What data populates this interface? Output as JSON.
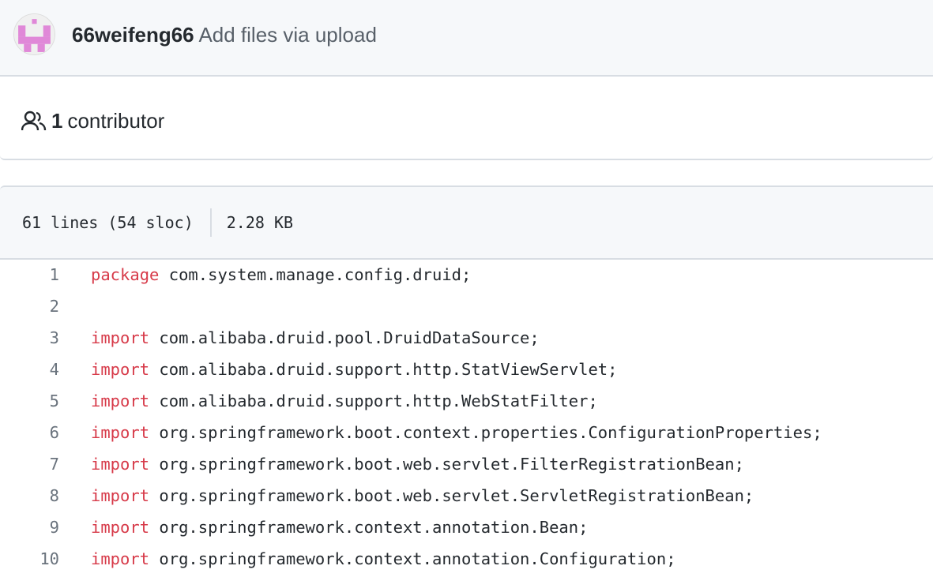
{
  "commit": {
    "author": "66weifeng66",
    "message": "Add files via upload",
    "avatar_color": "#e088d8"
  },
  "contributors": {
    "count": "1",
    "label": "contributor"
  },
  "file": {
    "lines": "61 lines (54 sloc)",
    "size": "2.28 KB"
  },
  "code": [
    {
      "n": "1",
      "kw": "package",
      "rest": " com.system.manage.config.druid;"
    },
    {
      "n": "2",
      "kw": "",
      "rest": ""
    },
    {
      "n": "3",
      "kw": "import",
      "rest": " com.alibaba.druid.pool.DruidDataSource;"
    },
    {
      "n": "4",
      "kw": "import",
      "rest": " com.alibaba.druid.support.http.StatViewServlet;"
    },
    {
      "n": "5",
      "kw": "import",
      "rest": " com.alibaba.druid.support.http.WebStatFilter;"
    },
    {
      "n": "6",
      "kw": "import",
      "rest": " org.springframework.boot.context.properties.ConfigurationProperties;"
    },
    {
      "n": "7",
      "kw": "import",
      "rest": " org.springframework.boot.web.servlet.FilterRegistrationBean;"
    },
    {
      "n": "8",
      "kw": "import",
      "rest": " org.springframework.boot.web.servlet.ServletRegistrationBean;"
    },
    {
      "n": "9",
      "kw": "import",
      "rest": " org.springframework.context.annotation.Bean;"
    },
    {
      "n": "10",
      "kw": "import",
      "rest": " org.springframework.context.annotation.Configuration;"
    }
  ]
}
